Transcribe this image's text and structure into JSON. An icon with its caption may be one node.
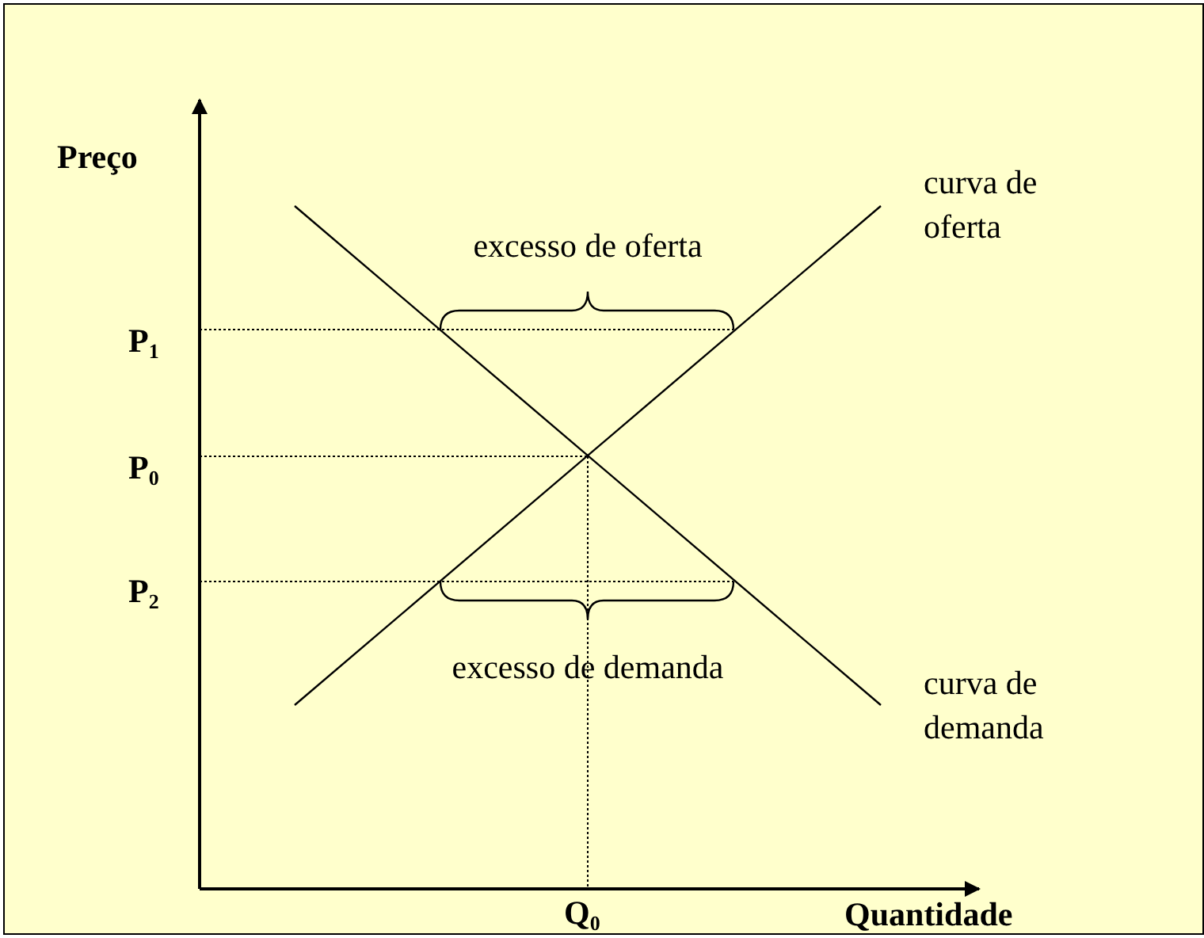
{
  "diagram": {
    "labels": [
      "Preço",
      "curva de oferta",
      "excesso de oferta",
      "P$_{1}$",
      "P$_{0}$",
      "P$_{2}$",
      "excesso de demanda",
      "curva de demanda",
      "Q$_{0}$",
      "Quantidade"
    ]
  }
}
